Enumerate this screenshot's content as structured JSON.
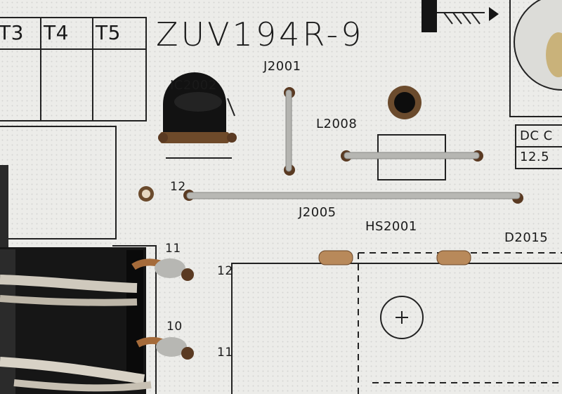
{
  "board_model": "ZUV194R-9",
  "terminal_cells": [
    "T3",
    "T4",
    "T5"
  ],
  "components": {
    "ic2002": "IC2002",
    "j2001": "J2001",
    "l2008": "L2008",
    "j2005": "J2005",
    "hs2001": "HS2001",
    "d2015": "D2015"
  },
  "pin_labels": {
    "left_12": "12",
    "wire_11": "11",
    "wire_10": "10",
    "right_12": "12",
    "right_11": "11"
  },
  "dc_box": {
    "line1": "DC C",
    "line2": "12.5"
  },
  "colors": {
    "board": "#ecece9",
    "silkscreen": "#1a1a1a",
    "pad": "#c9a06a",
    "wire": "#b8b8b8",
    "connector": "#1b1b1b"
  }
}
